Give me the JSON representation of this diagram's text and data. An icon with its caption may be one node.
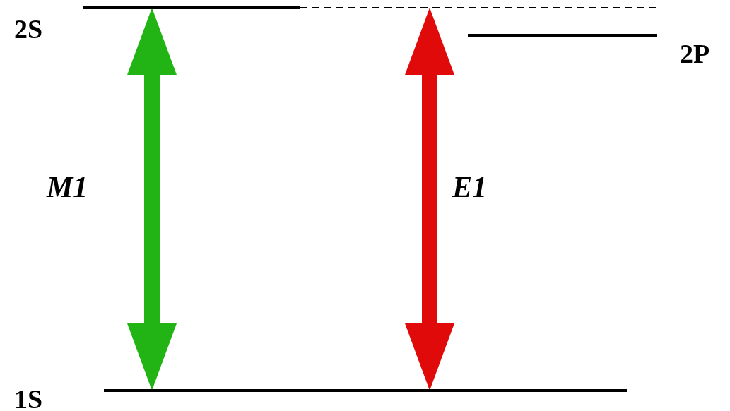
{
  "diagram": {
    "nodes": [
      {
        "text": [
          "2S"
        ]
      },
      {
        "text": [
          "2P"
        ]
      },
      {
        "text": [
          "1S"
        ]
      }
    ],
    "edges": [
      {
        "from": 0,
        "to": 2,
        "arrow": "both",
        "label": "M1",
        "color": "#22b314"
      },
      {
        "from": 0,
        "to": 2,
        "arrow": "both",
        "label": "E1",
        "color": "#e00a0a"
      }
    ]
  }
}
